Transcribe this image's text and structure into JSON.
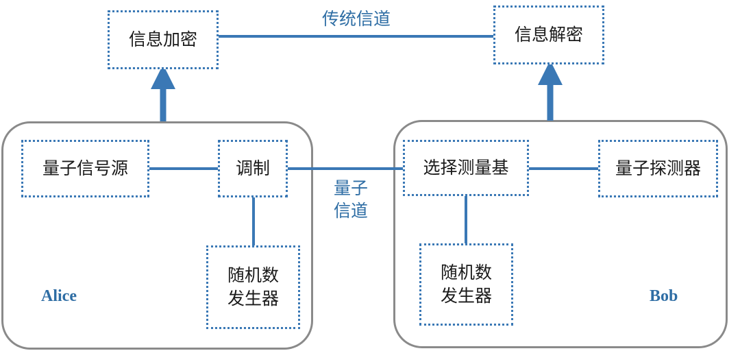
{
  "colors": {
    "accent": "#2e6da4",
    "line": "#3a78b5",
    "border": "#8a8a8a",
    "text": "#1a1a1a"
  },
  "nodes": {
    "encrypt": "信息加密",
    "decrypt": "信息解密",
    "quantum_source": "量子信号源",
    "modulation": "调制",
    "rng_alice": "随机数\n发生器",
    "basis_select": "选择测量基",
    "detector": "量子探测器",
    "rng_bob": "随机数\n发生器"
  },
  "channels": {
    "classical": "传统信道",
    "quantum": "量子\n信道"
  },
  "parties": {
    "alice": "Alice",
    "bob": "Bob"
  }
}
